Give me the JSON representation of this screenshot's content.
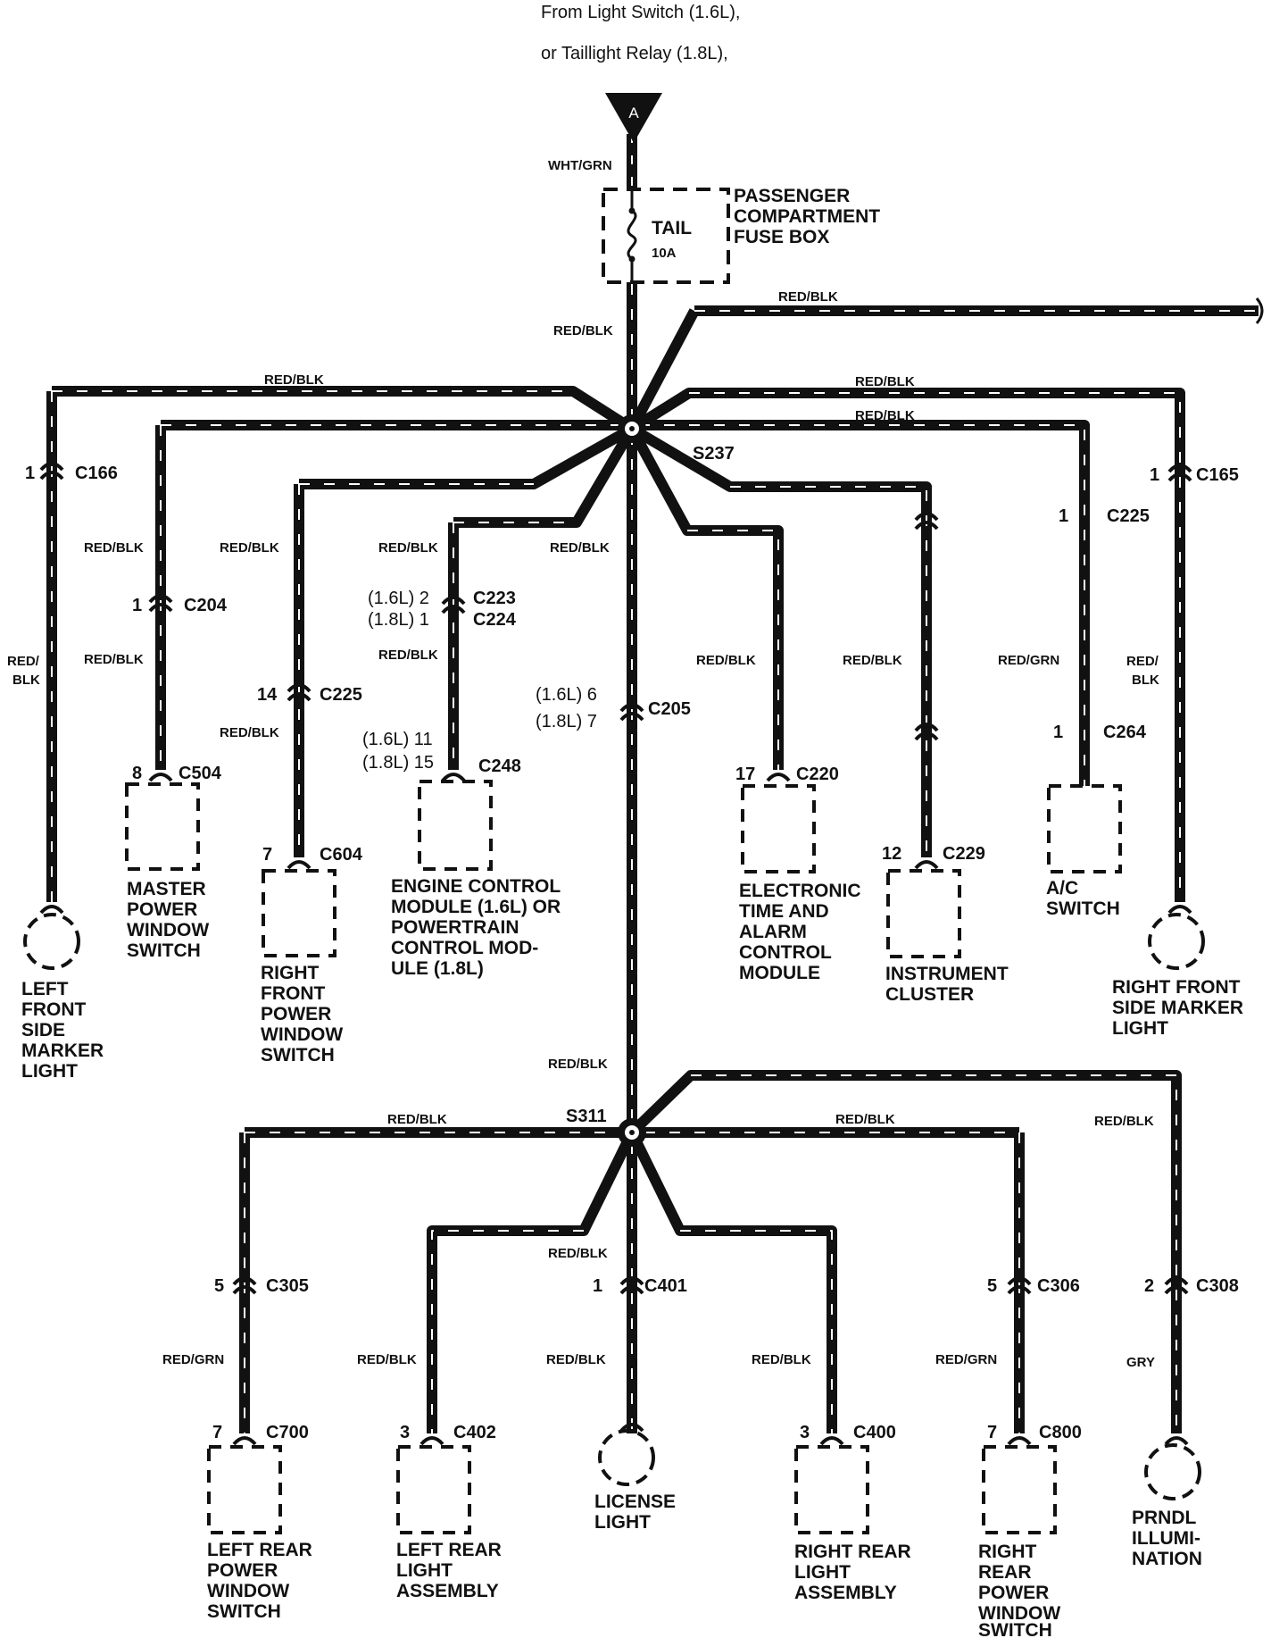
{
  "header": {
    "line1": "From Light Switch (1.6L),",
    "line2": "or Taillight Relay (1.8L),"
  },
  "source_connector": "A",
  "fuse_box": {
    "label": [
      "PASSENGER",
      "COMPARTMENT",
      "FUSE BOX"
    ],
    "fuse_name": "TAIL",
    "fuse_rating": "10A",
    "input_wire": "WHT/GRN",
    "output_wire": "RED/BLK"
  },
  "splices": {
    "upper": "S237",
    "lower": "S311"
  },
  "upper_branches": {
    "right_top_wire": "RED/BLK",
    "left_front_marker": {
      "top_wire": "RED/BLK",
      "pin": "1",
      "connector": "C166",
      "lower_wire": "RED/\nBLK",
      "label": [
        "LEFT",
        "FRONT",
        "SIDE",
        "MARKER",
        "LIGHT"
      ]
    },
    "master_power_window": {
      "top_wire": "RED/BLK",
      "pin": "1",
      "connector": "C204",
      "lower_wire": "RED/BLK",
      "end_pin": "8",
      "end_connector": "C504",
      "label": [
        "MASTER",
        "POWER",
        "WINDOW",
        "SWITCH"
      ]
    },
    "right_front_power_window": {
      "top_wire": "RED/BLK",
      "pin": "14",
      "connector": "C225",
      "lower_wire": "RED/BLK",
      "end_pin": "7",
      "end_connector": "C604",
      "label": [
        "RIGHT",
        "FRONT",
        "POWER",
        "WINDOW",
        "SWITCH"
      ]
    },
    "engine_control_module": {
      "top_wire": "RED/BLK",
      "conn_1": "(1.6L) 2",
      "conn_1_name": "C223",
      "conn_2": "(1.8L) 1",
      "conn_2_name": "C224",
      "lower_wire": "RED/BLK",
      "end_1": "(1.6L) 11",
      "end_2": "(1.8L) 15",
      "end_connector": "C248",
      "label": [
        "ENGINE CONTROL",
        "MODULE (1.6L) OR",
        "POWERTRAIN",
        "CONTROL MOD-",
        "ULE (1.8L)"
      ]
    },
    "main_trunk": {
      "wire_1": "RED/BLK",
      "pin_1": "(1.6L)  6",
      "pin_2": "(1.8L)  7",
      "connector": "C205",
      "wire_2": "RED/BLK"
    },
    "electronic_time_alarm": {
      "wire": "RED/BLK",
      "end_pin": "17",
      "end_connector": "C220",
      "label": [
        "ELECTRONIC",
        "TIME AND",
        "ALARM",
        "CONTROL",
        "MODULE"
      ]
    },
    "instrument_cluster": {
      "wire": "RED/BLK",
      "end_pin": "12",
      "end_connector": "C229",
      "label": [
        "INSTRUMENT",
        "CLUSTER"
      ]
    },
    "ac_switch": {
      "top_wire": "RED/BLK",
      "pin": "1",
      "connector": "C225",
      "lower_wire": "RED/GRN",
      "end_pin": "1",
      "end_connector": "C264",
      "label": [
        "A/C",
        "SWITCH"
      ]
    },
    "right_front_marker": {
      "top_wire": "RED/BLK",
      "pin": "1",
      "connector": "C165",
      "lower_wire": "RED/\nBLK",
      "label": [
        "RIGHT FRONT",
        "SIDE MARKER",
        "LIGHT"
      ]
    }
  },
  "lower_branches": {
    "left_rear_power_window": {
      "top_wire": "RED/BLK",
      "pin": "5",
      "connector": "C305",
      "lower_wire": "RED/GRN",
      "end_pin": "7",
      "end_connector": "C700",
      "label": [
        "LEFT REAR",
        "POWER",
        "WINDOW",
        "SWITCH"
      ]
    },
    "left_rear_light": {
      "wire": "RED/BLK",
      "end_pin": "3",
      "end_connector": "C402",
      "label": [
        "LEFT REAR",
        "LIGHT",
        "ASSEMBLY"
      ]
    },
    "license_light": {
      "top_wire": "RED/BLK",
      "pin": "1",
      "connector": "C401",
      "lower_wire": "RED/BLK",
      "label": [
        "LICENSE",
        "LIGHT"
      ]
    },
    "right_rear_light": {
      "top_wire": "RED/BLK",
      "wire": "RED/BLK",
      "end_pin": "3",
      "end_connector": "C400",
      "label": [
        "RIGHT REAR",
        "LIGHT",
        "ASSEMBLY"
      ]
    },
    "right_rear_power_window": {
      "pin": "5",
      "connector": "C306",
      "lower_wire": "RED/GRN",
      "end_pin": "7",
      "end_connector": "C800",
      "label": [
        "RIGHT",
        "REAR",
        "POWER",
        "WINDOW",
        "SWITCH"
      ]
    },
    "prndl_illumination": {
      "top_wire": "RED/BLK",
      "pin": "2",
      "connector": "C308",
      "lower_wire": "GRY",
      "label": [
        "PRNDL",
        "ILLUMI-",
        "NATION"
      ]
    }
  },
  "colors": {
    "ink": "#111111",
    "paper": "#ffffff"
  }
}
